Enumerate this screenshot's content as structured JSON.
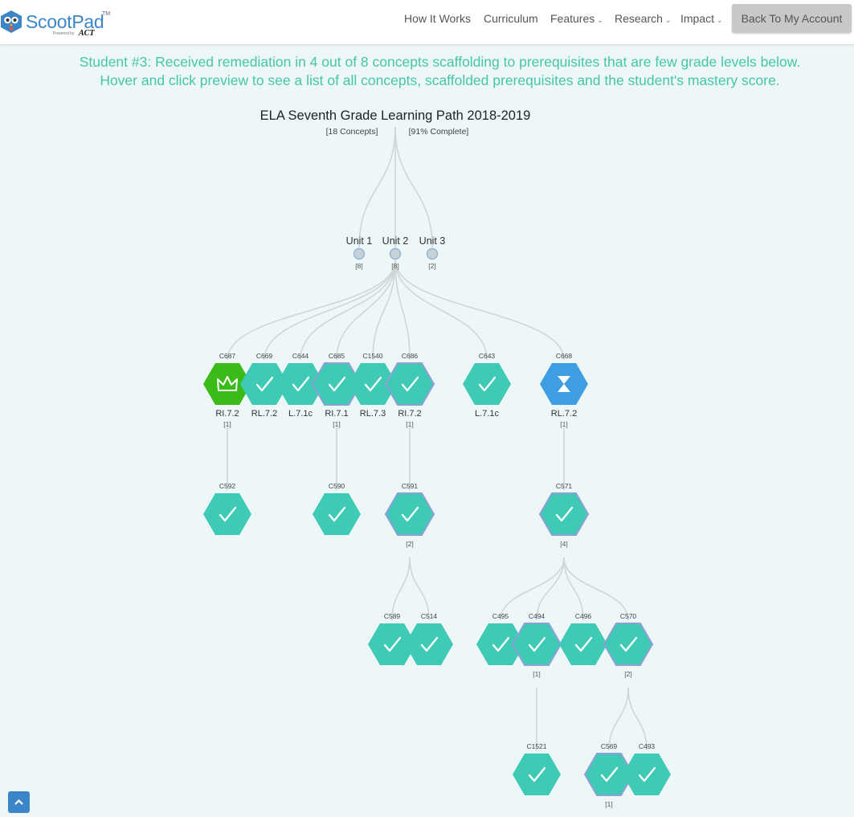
{
  "brand": {
    "name": "ScootPad",
    "trademark": "TM",
    "powered_by": "Powered by",
    "partner": "ACT"
  },
  "nav": {
    "items": [
      {
        "label": "How It Works",
        "dropdown": false
      },
      {
        "label": "Curriculum",
        "dropdown": false
      },
      {
        "label": "Features",
        "dropdown": true
      },
      {
        "label": "Research",
        "dropdown": true
      },
      {
        "label": "Impact",
        "dropdown": true
      }
    ],
    "account_button": "Back To My Account"
  },
  "intro": {
    "line1": "Student #3: Received remediation in 4 out of 8 concepts scaffolding to prerequisites that are few grade levels below.",
    "line2": "Hover and click preview to see a list of all concepts, scaffolded prerequisites and the student's mastery score."
  },
  "path": {
    "title": "ELA Seventh Grade Learning Path 2018-2019",
    "concept_count": "[18 Concepts]",
    "complete": "[91% Complete]",
    "units": [
      {
        "name": "Unit 1",
        "count": "[8]"
      },
      {
        "name": "Unit 2",
        "count": "[8]"
      },
      {
        "name": "Unit 3",
        "count": "[2]"
      }
    ],
    "nodes": [
      {
        "id": "C687",
        "standard": "RI.7.2",
        "count": "[1]",
        "status": "mastered",
        "outline": false
      },
      {
        "id": "C669",
        "standard": "RL.7.2",
        "count": "",
        "status": "complete",
        "outline": false
      },
      {
        "id": "C644",
        "standard": "L.7.1c",
        "count": "",
        "status": "complete",
        "outline": false
      },
      {
        "id": "C685",
        "standard": "RI.7.1",
        "count": "[1]",
        "status": "complete",
        "outline": true
      },
      {
        "id": "C1540",
        "standard": "RL.7.3",
        "count": "",
        "status": "complete",
        "outline": false
      },
      {
        "id": "C686",
        "standard": "RI.7.2",
        "count": "[1]",
        "status": "complete",
        "outline": true
      },
      {
        "id": "C643",
        "standard": "L.7.1c",
        "count": "",
        "status": "complete",
        "outline": false
      },
      {
        "id": "C668",
        "standard": "RL.7.2",
        "count": "[1]",
        "status": "in-progress",
        "outline": false
      },
      {
        "id": "C592",
        "standard": "",
        "count": "",
        "status": "complete",
        "outline": false
      },
      {
        "id": "C590",
        "standard": "",
        "count": "",
        "status": "complete",
        "outline": false
      },
      {
        "id": "C591",
        "standard": "",
        "count": "[2]",
        "status": "complete",
        "outline": true
      },
      {
        "id": "C571",
        "standard": "",
        "count": "[4]",
        "status": "complete",
        "outline": true
      },
      {
        "id": "C589",
        "standard": "",
        "count": "",
        "status": "complete",
        "outline": false
      },
      {
        "id": "C514",
        "standard": "",
        "count": "",
        "status": "complete",
        "outline": false
      },
      {
        "id": "C495",
        "standard": "",
        "count": "",
        "status": "complete",
        "outline": false
      },
      {
        "id": "C494",
        "standard": "",
        "count": "[1]",
        "status": "complete",
        "outline": true
      },
      {
        "id": "C496",
        "standard": "",
        "count": "",
        "status": "complete",
        "outline": false
      },
      {
        "id": "C570",
        "standard": "",
        "count": "[2]",
        "status": "complete",
        "outline": true
      },
      {
        "id": "C1521",
        "standard": "",
        "count": "",
        "status": "complete",
        "outline": false
      },
      {
        "id": "C569",
        "standard": "",
        "count": "[1]",
        "status": "complete",
        "outline": true
      },
      {
        "id": "C493",
        "standard": "",
        "count": "",
        "status": "complete",
        "outline": false
      }
    ]
  },
  "colors": {
    "accent": "#46c6a8",
    "complete": "#3ecab4",
    "mastered": "#3bbb1a",
    "in_progress": "#3f9ee2",
    "outline": "#8fa0d8",
    "brand": "#3a86c8"
  }
}
